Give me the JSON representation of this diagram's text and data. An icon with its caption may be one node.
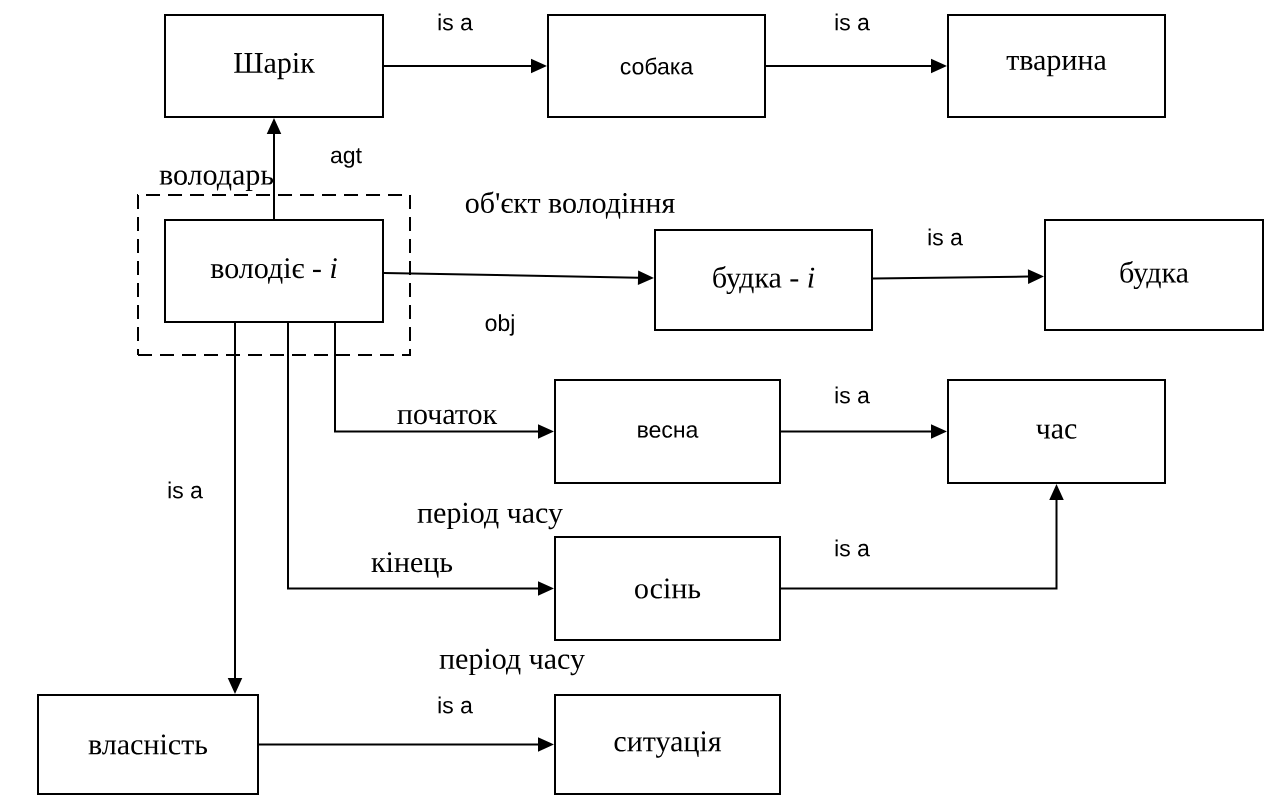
{
  "diagram": {
    "nodes": [
      {
        "text": [
          "Шарік"
        ]
      },
      {
        "text": [
          "собака"
        ]
      },
      {
        "text": [
          "тварина"
        ]
      },
      {
        "text": [
          "володарь"
        ]
      },
      {
        "text": [
          "володіє - *i*"
        ],
        "in": 3
      },
      {
        "text": [
          "будка - *i*"
        ]
      },
      {
        "text": [
          "будка"
        ]
      },
      {
        "text": [
          "весна"
        ]
      },
      {
        "text": [
          "час"
        ]
      },
      {
        "text": [
          "осінь"
        ]
      },
      {
        "text": [
          "власність"
        ]
      },
      {
        "text": [
          "ситуація"
        ]
      }
    ],
    "edges": [
      {
        "from": 0,
        "to": 1,
        "arrow": "to",
        "label": "is a"
      },
      {
        "from": 1,
        "to": 2,
        "arrow": "to",
        "label": "is a"
      },
      {
        "from": 4,
        "to": 0,
        "arrow": "to",
        "label": "agt"
      },
      {
        "from": 4,
        "to": 5,
        "arrow": "to",
        "label": "obj"
      },
      {
        "from": 5,
        "to": 6,
        "arrow": "to",
        "label": "is a"
      },
      {
        "from": 4,
        "to": 7,
        "arrow": "to",
        "label": "початок"
      },
      {
        "from": 7,
        "to": 8,
        "arrow": "to",
        "label": "is a"
      },
      {
        "from": 4,
        "to": 9,
        "arrow": "to",
        "label": "кінець"
      },
      {
        "from": 9,
        "to": 8,
        "arrow": "to",
        "label": "is a"
      },
      {
        "from": 4,
        "to": 10,
        "arrow": "to",
        "label": "is a"
      },
      {
        "from": 10,
        "to": 11,
        "arrow": "to",
        "label": "is a"
      }
    ],
    "labels": [
      "об'єкт володіння",
      "період часу",
      "період часу"
    ]
  }
}
